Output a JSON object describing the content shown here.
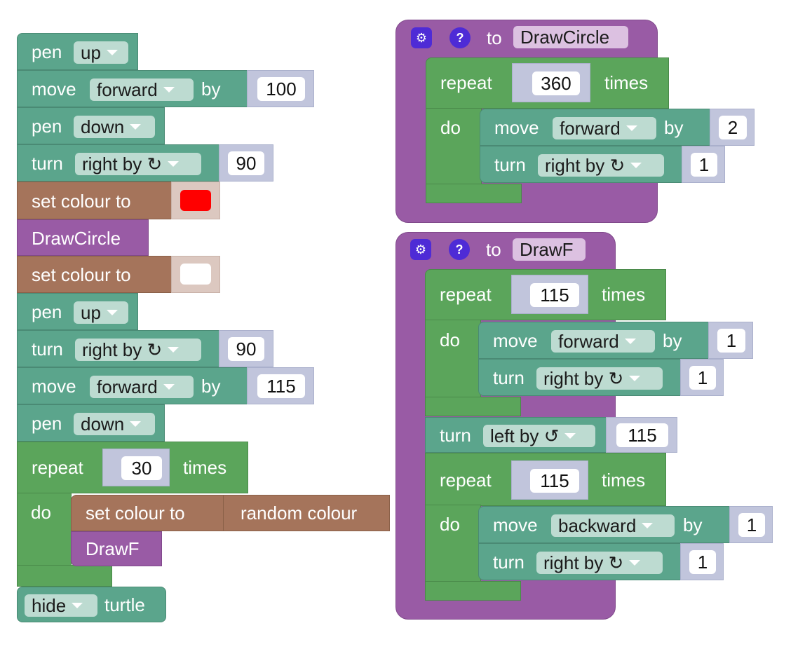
{
  "colors": {
    "turtle": "#5ba58c",
    "colour": "#a5745b",
    "procedure": "#995ba5",
    "loop": "#5ba55b",
    "socket": "#c1c5dc",
    "red_swatch": "#ff0000",
    "white_swatch": "#ffffff"
  },
  "words": {
    "pen": "pen",
    "move": "move",
    "by": "by",
    "turn": "turn",
    "set_colour": "set colour to",
    "repeat": "repeat",
    "times": "times",
    "do": "do",
    "to": "to",
    "turtle": "turtle",
    "random_colour": "random colour"
  },
  "main_stack": {
    "pen1": "up",
    "move1": "forward",
    "move1_val": "100",
    "pen2": "down",
    "turn1": "right by ↻",
    "turn1_val": "90",
    "call1": "DrawCircle",
    "pen3": "up",
    "turn2": "right by ↻",
    "turn2_val": "90",
    "move2": "forward",
    "move2_val": "115",
    "pen4": "down",
    "repeat_val": "30",
    "call2": "DrawF",
    "hide": "hide"
  },
  "proc_circle": {
    "name": "DrawCircle",
    "repeat_val": "360",
    "move": "forward",
    "move_val": "2",
    "turn": "right by ↻",
    "turn_val": "1"
  },
  "proc_f": {
    "name": "DrawF",
    "repeat1_val": "115",
    "move1": "forward",
    "move1_val": "1",
    "turn1": "right by ↻",
    "turn1_val": "1",
    "turn_mid": "left by ↺",
    "turn_mid_val": "115",
    "repeat2_val": "115",
    "move2": "backward",
    "move2_val": "1",
    "turn2": "right by ↻",
    "turn2_val": "1"
  },
  "icons": {
    "gear": "⚙",
    "help": "?"
  }
}
